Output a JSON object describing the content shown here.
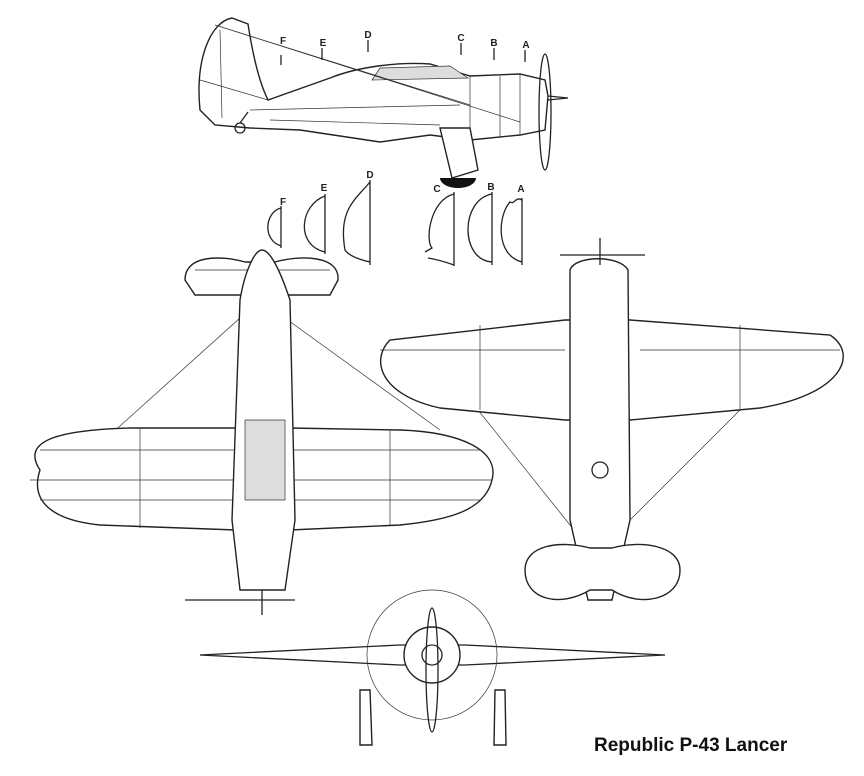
{
  "title": "Republic P-43 Lancer",
  "side_view": {
    "station_labels": [
      "F",
      "E",
      "D",
      "C",
      "B",
      "A"
    ]
  },
  "cross_sections": {
    "labels": [
      "F",
      "E",
      "D",
      "C",
      "B",
      "A"
    ]
  },
  "views": [
    "side-view",
    "top-view",
    "bottom-view",
    "front-view"
  ]
}
